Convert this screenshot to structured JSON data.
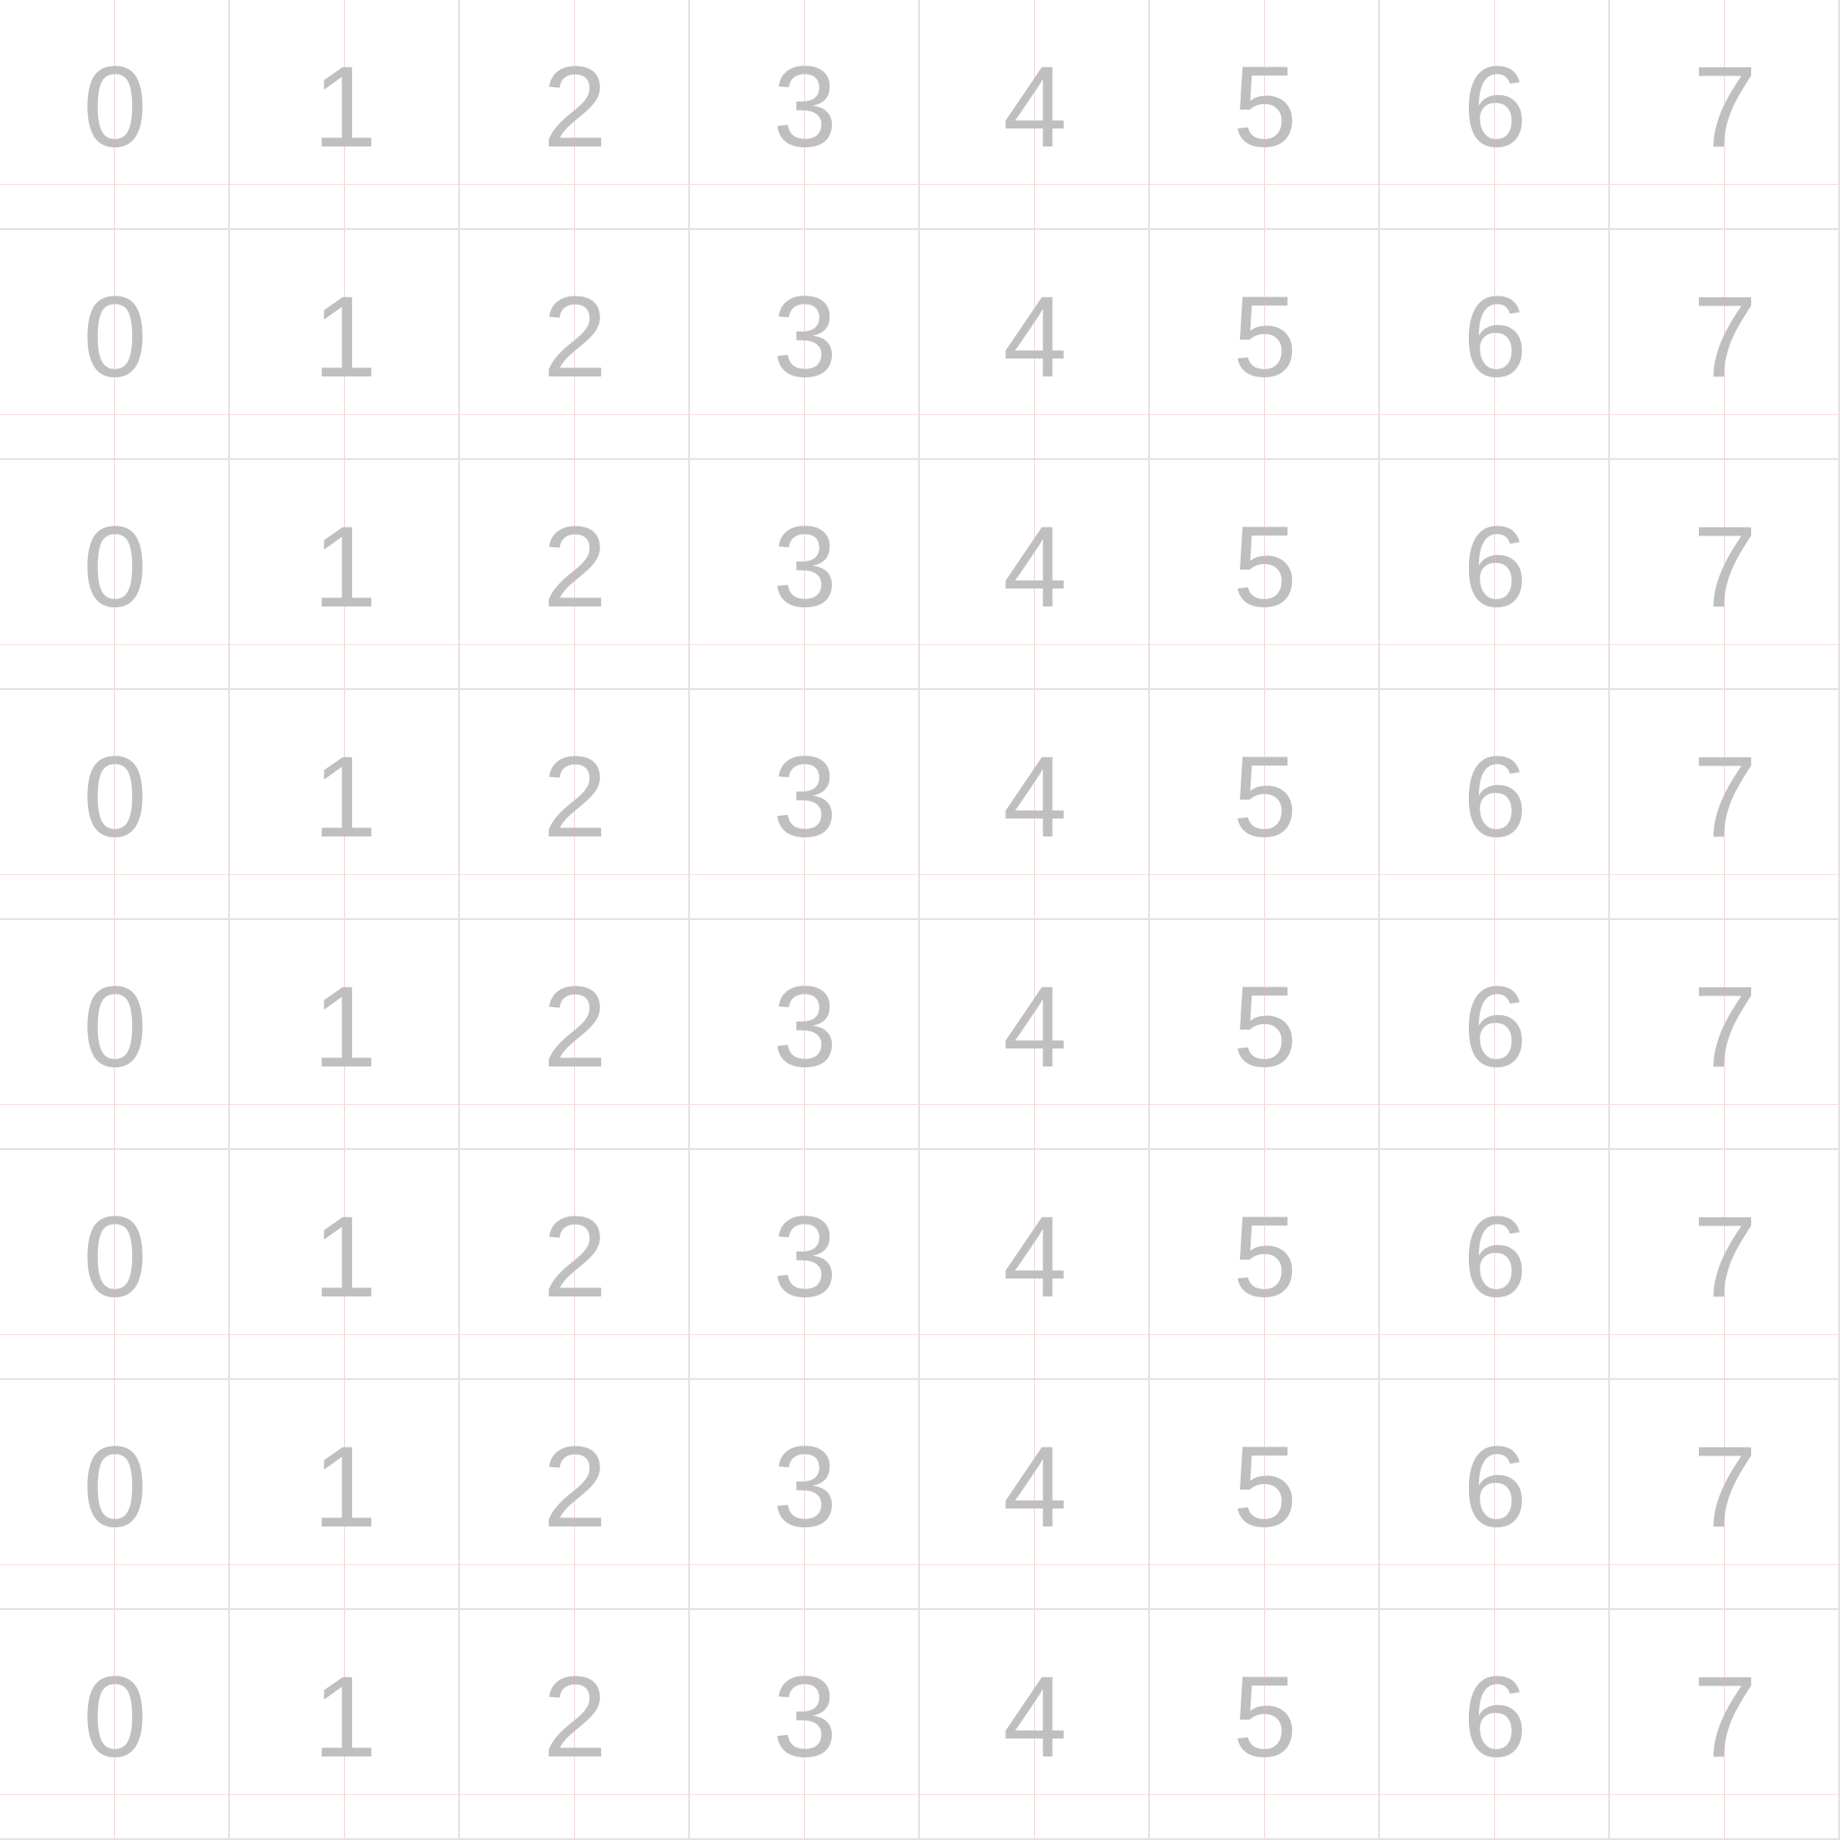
{
  "grid": {
    "rows": [
      [
        "0",
        "1",
        "2",
        "3",
        "4",
        "5",
        "6",
        "7"
      ],
      [
        "0",
        "1",
        "2",
        "3",
        "4",
        "5",
        "6",
        "7"
      ],
      [
        "0",
        "1",
        "2",
        "3",
        "4",
        "5",
        "6",
        "7"
      ],
      [
        "0",
        "1",
        "2",
        "3",
        "4",
        "5",
        "6",
        "7"
      ],
      [
        "0",
        "1",
        "2",
        "3",
        "4",
        "5",
        "6",
        "7"
      ],
      [
        "0",
        "1",
        "2",
        "3",
        "4",
        "5",
        "6",
        "7"
      ],
      [
        "0",
        "1",
        "2",
        "3",
        "4",
        "5",
        "6",
        "7"
      ],
      [
        "0",
        "1",
        "2",
        "3",
        "4",
        "5",
        "6",
        "7"
      ]
    ]
  },
  "colors": {
    "background": "#ffffff",
    "digit": "#c0bfbf",
    "cell_border": "#e3e3e3",
    "guide_line": "#f4d8d8"
  }
}
